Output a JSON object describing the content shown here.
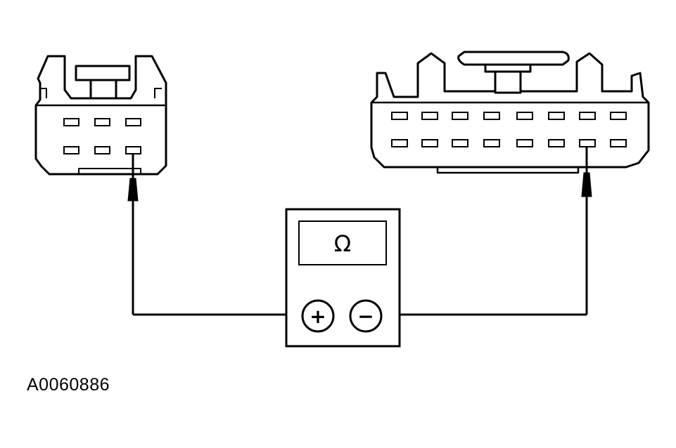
{
  "meter": {
    "display_symbol": "Ω",
    "positive_symbol": "+",
    "negative_symbol": "−"
  },
  "figure_id": "A0060886",
  "connectors": [
    {
      "name": "left-connector",
      "pins_per_row": 3,
      "rows": 2
    },
    {
      "name": "right-connector",
      "pins_per_row": 8,
      "rows": 2
    }
  ],
  "colors": {
    "line": "#000000",
    "background": "#ffffff"
  }
}
